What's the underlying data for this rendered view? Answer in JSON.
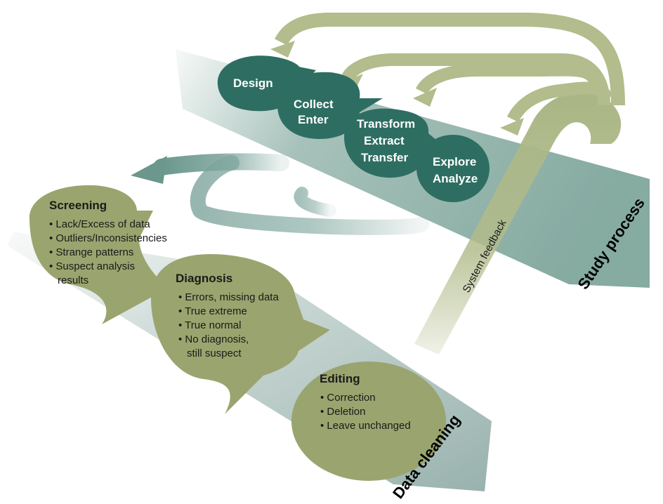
{
  "study_process": {
    "title": "Study process",
    "steps": [
      {
        "lines": [
          "Design"
        ]
      },
      {
        "lines": [
          "Collect",
          "Enter"
        ]
      },
      {
        "lines": [
          "Transform",
          "Extract",
          "Transfer"
        ]
      },
      {
        "lines": [
          "Explore",
          "Analyze"
        ]
      }
    ]
  },
  "data_cleaning": {
    "title": "Data cleaning",
    "stages": [
      {
        "title": "Screening",
        "items": [
          "Lack/Excess of data",
          "Outliers/Inconsistencies",
          "Strange patterns",
          "Suspect analysis",
          "results"
        ]
      },
      {
        "title": "Diagnosis",
        "items": [
          "Errors, missing data",
          "True extreme",
          "True normal",
          "No diagnosis,",
          "still suspect"
        ]
      },
      {
        "title": "Editing",
        "items": [
          "Correction",
          "Deletion",
          "Leave unchanged"
        ]
      }
    ]
  },
  "feedback_label": "System feedback",
  "colors": {
    "study_band": "#5e8f82",
    "step_fill": "#2e6e62",
    "cleaning_band": "#8aa8a2",
    "stage_fill": "#9aa46e",
    "feedback_arrow": "#b2bc8c",
    "teal_arrow": "#7ea69d"
  }
}
